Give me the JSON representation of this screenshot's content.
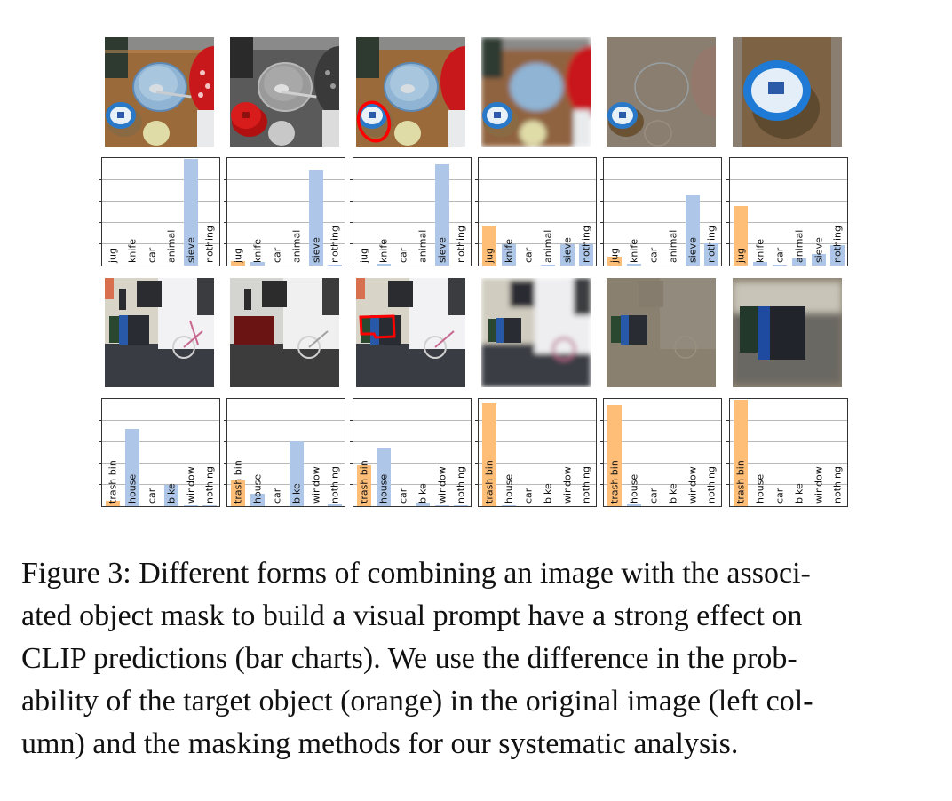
{
  "figure": {
    "caption_lines": [
      "Figure 3: Different forms of combining an image with the associ-",
      "ated object mask to build a visual prompt have a strong effect on",
      "CLIP predictions (bar charts).  We use the difference in the prob-",
      "ability of the target object (orange) in the original image (left col-",
      "umn) and the masking methods for our systematic analysis."
    ],
    "colors": {
      "target": "#ffbe78",
      "other": "#aec7e8",
      "red_marker": "#ff0000"
    },
    "columns": [
      "original",
      "grayscale-red-highlight",
      "red-circle",
      "blur-background",
      "gray-overlay",
      "crop"
    ],
    "rows": [
      {
        "scene": "kitchen",
        "target": "jug"
      },
      {
        "scene": "street",
        "target": "trash bin"
      }
    ]
  },
  "chart_data": [
    {
      "type": "bar",
      "title": "",
      "row": 1,
      "column": 1,
      "categories": [
        "jug",
        "knife",
        "car",
        "animal",
        "sieve",
        "nothing"
      ],
      "values": [
        0.0,
        0.0,
        0.0,
        0.0,
        1.0,
        0.0
      ],
      "target": "jug",
      "ylim": [
        0,
        1
      ],
      "grid": true,
      "yticks": [
        0,
        0.2,
        0.4,
        0.6,
        0.8,
        1.0
      ],
      "xlabel": "",
      "ylabel": ""
    },
    {
      "type": "bar",
      "title": "",
      "row": 1,
      "column": 2,
      "categories": [
        "jug",
        "knife",
        "car",
        "animal",
        "sieve",
        "nothing"
      ],
      "values": [
        0.04,
        0.03,
        0.0,
        0.0,
        0.9,
        0.01
      ],
      "target": "jug",
      "ylim": [
        0,
        1
      ],
      "grid": true,
      "yticks": [
        0,
        0.2,
        0.4,
        0.6,
        0.8,
        1.0
      ],
      "xlabel": "",
      "ylabel": ""
    },
    {
      "type": "bar",
      "title": "",
      "row": 1,
      "column": 3,
      "categories": [
        "jug",
        "knife",
        "car",
        "animal",
        "sieve",
        "nothing"
      ],
      "values": [
        0.0,
        0.02,
        0.0,
        0.0,
        0.95,
        0.0
      ],
      "target": "jug",
      "ylim": [
        0,
        1
      ],
      "grid": true,
      "yticks": [
        0,
        0.2,
        0.4,
        0.6,
        0.8,
        1.0
      ],
      "xlabel": "",
      "ylabel": ""
    },
    {
      "type": "bar",
      "title": "",
      "row": 1,
      "column": 4,
      "categories": [
        "jug",
        "knife",
        "car",
        "animal",
        "sieve",
        "nothing"
      ],
      "values": [
        0.37,
        0.2,
        0.0,
        0.01,
        0.2,
        0.2
      ],
      "target": "jug",
      "ylim": [
        0,
        1
      ],
      "grid": true,
      "yticks": [
        0,
        0.2,
        0.4,
        0.6,
        0.8,
        1.0
      ],
      "xlabel": "",
      "ylabel": ""
    },
    {
      "type": "bar",
      "title": "",
      "row": 1,
      "column": 5,
      "categories": [
        "jug",
        "knife",
        "car",
        "animal",
        "sieve",
        "nothing"
      ],
      "values": [
        0.08,
        0.02,
        0.0,
        0.0,
        0.66,
        0.21
      ],
      "target": "jug",
      "ylim": [
        0,
        1
      ],
      "grid": true,
      "yticks": [
        0,
        0.2,
        0.4,
        0.6,
        0.8,
        1.0
      ],
      "xlabel": "",
      "ylabel": ""
    },
    {
      "type": "bar",
      "title": "",
      "row": 1,
      "column": 6,
      "categories": [
        "jug",
        "knife",
        "car",
        "animal",
        "sieve",
        "nothing"
      ],
      "values": [
        0.56,
        0.03,
        0.01,
        0.07,
        0.11,
        0.19
      ],
      "target": "jug",
      "ylim": [
        0,
        1
      ],
      "grid": true,
      "yticks": [
        0,
        0.2,
        0.4,
        0.6,
        0.8,
        1.0
      ],
      "xlabel": "",
      "ylabel": ""
    },
    {
      "type": "bar",
      "title": "",
      "row": 2,
      "column": 1,
      "categories": [
        "trash bin",
        "house",
        "car",
        "bike",
        "window",
        "nothing"
      ],
      "values": [
        0.05,
        0.72,
        0.0,
        0.2,
        0.01,
        0.01
      ],
      "target": "trash bin",
      "ylim": [
        0,
        1
      ],
      "grid": true,
      "yticks": [
        0,
        0.2,
        0.4,
        0.6,
        0.8,
        1.0
      ],
      "xlabel": "",
      "ylabel": ""
    },
    {
      "type": "bar",
      "title": "",
      "row": 2,
      "column": 2,
      "categories": [
        "trash bin",
        "house",
        "car",
        "bike",
        "window",
        "nothing"
      ],
      "values": [
        0.24,
        0.12,
        0.0,
        0.61,
        0.0,
        0.02
      ],
      "target": "trash bin",
      "ylim": [
        0,
        1
      ],
      "grid": true,
      "yticks": [
        0,
        0.2,
        0.4,
        0.6,
        0.8,
        1.0
      ],
      "xlabel": "",
      "ylabel": ""
    },
    {
      "type": "bar",
      "title": "",
      "row": 2,
      "column": 3,
      "categories": [
        "trash bin",
        "house",
        "car",
        "bike",
        "window",
        "nothing"
      ],
      "values": [
        0.38,
        0.54,
        0.0,
        0.03,
        0.01,
        0.01
      ],
      "target": "trash bin",
      "ylim": [
        0,
        1
      ],
      "grid": true,
      "yticks": [
        0,
        0.2,
        0.4,
        0.6,
        0.8,
        1.0
      ],
      "xlabel": "",
      "ylabel": ""
    },
    {
      "type": "bar",
      "title": "",
      "row": 2,
      "column": 4,
      "categories": [
        "trash bin",
        "house",
        "car",
        "bike",
        "window",
        "nothing"
      ],
      "values": [
        0.96,
        0.01,
        0.0,
        0.0,
        0.0,
        0.0
      ],
      "target": "trash bin",
      "ylim": [
        0,
        1
      ],
      "grid": true,
      "yticks": [
        0,
        0.2,
        0.4,
        0.6,
        0.8,
        1.0
      ],
      "xlabel": "",
      "ylabel": ""
    },
    {
      "type": "bar",
      "title": "",
      "row": 2,
      "column": 5,
      "categories": [
        "trash bin",
        "house",
        "car",
        "bike",
        "window",
        "nothing"
      ],
      "values": [
        0.95,
        0.02,
        0.0,
        0.0,
        0.0,
        0.0
      ],
      "target": "trash bin",
      "ylim": [
        0,
        1
      ],
      "grid": true,
      "yticks": [
        0,
        0.2,
        0.4,
        0.6,
        0.8,
        1.0
      ],
      "xlabel": "",
      "ylabel": ""
    },
    {
      "type": "bar",
      "title": "",
      "row": 2,
      "column": 6,
      "categories": [
        "trash bin",
        "house",
        "car",
        "bike",
        "window",
        "nothing"
      ],
      "values": [
        1.0,
        0.0,
        0.0,
        0.0,
        0.0,
        0.0
      ],
      "target": "trash bin",
      "ylim": [
        0,
        1
      ],
      "grid": true,
      "yticks": [
        0,
        0.2,
        0.4,
        0.6,
        0.8,
        1.0
      ],
      "xlabel": "",
      "ylabel": ""
    }
  ]
}
